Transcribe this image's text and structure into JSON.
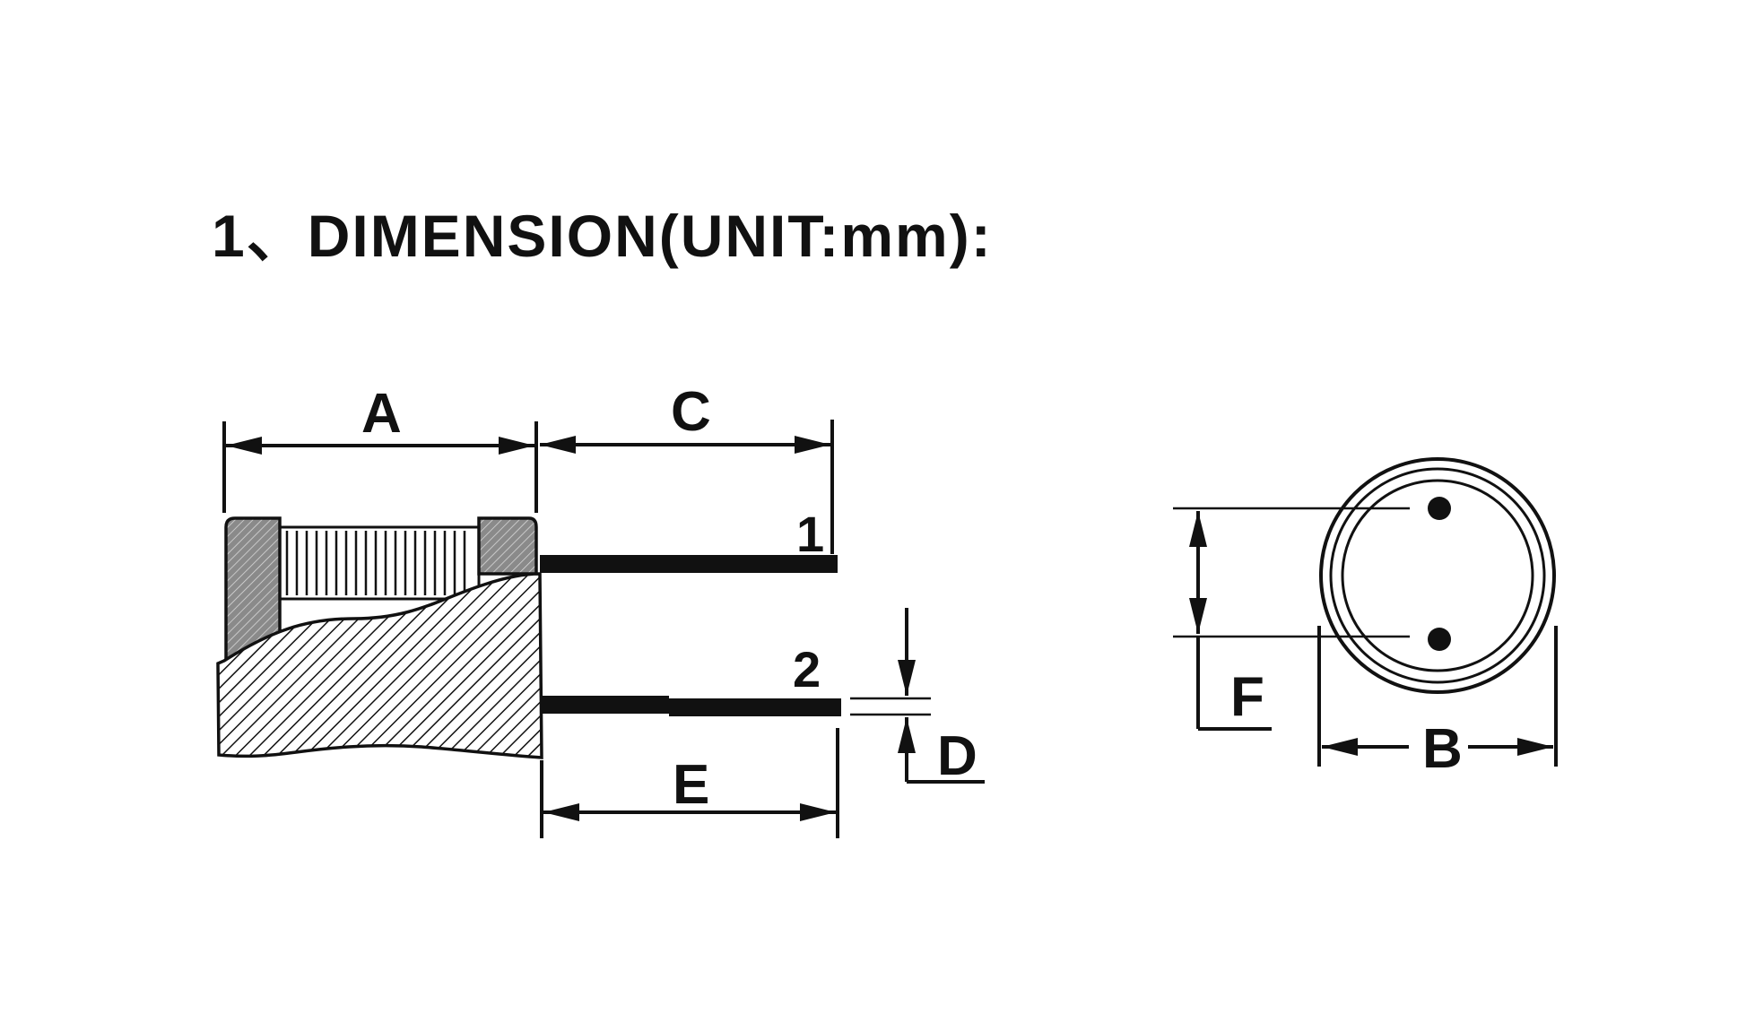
{
  "title": "1、DIMENSION(UNIT:mm):",
  "labels": {
    "A": "A",
    "B": "B",
    "C": "C",
    "D": "D",
    "E": "E",
    "F": "F",
    "pin1": "1",
    "pin2": "2"
  },
  "colors": {
    "ink": "#111111",
    "hatch_fill": "#8a8a8a",
    "background": "#ffffff"
  }
}
